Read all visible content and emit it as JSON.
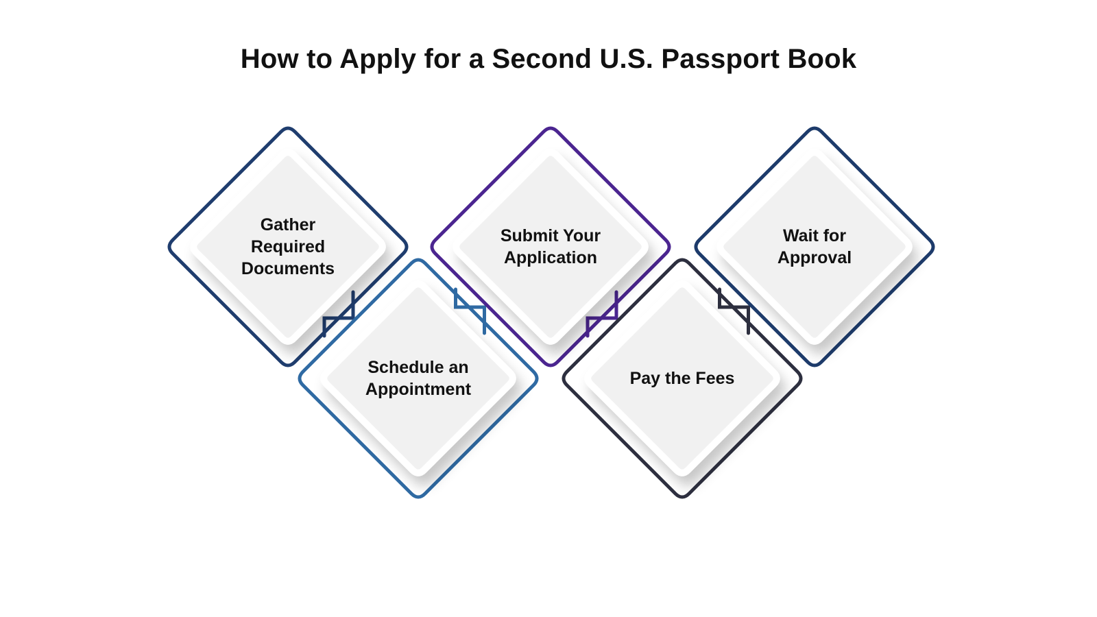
{
  "title": "How to Apply for a Second U.S. Passport Book",
  "steps": [
    {
      "label": "Gather\nRequired\nDocuments",
      "color": "#1f3d6e"
    },
    {
      "label": "Schedule an\nAppointment",
      "color": "#2f6aa3"
    },
    {
      "label": "Submit Your\nApplication",
      "color": "#4b2590"
    },
    {
      "label": "Pay the Fees",
      "color": "#2d2f3f"
    },
    {
      "label": "Wait for\nApproval",
      "color": "#1d3b6b"
    }
  ]
}
